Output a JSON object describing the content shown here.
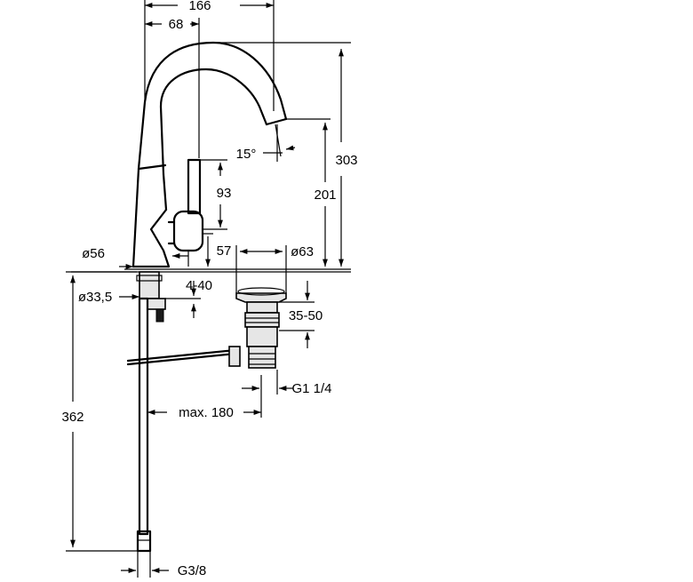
{
  "dimensions": {
    "overall_reach": "166",
    "spout_offset": "68",
    "spout_angle": "15°",
    "total_height": "303",
    "spout_height": "201",
    "lever_height": "93",
    "lever_base": "57",
    "body_diameter": "ø56",
    "waste_diameter": "ø63",
    "hole_diameter": "ø33,5",
    "deck_thickness": "4-40",
    "plug_range": "35-50",
    "waste_thread": "G1 1/4",
    "rod_reach": "max. 180",
    "hose_length": "362",
    "hose_thread": "G3/8"
  }
}
